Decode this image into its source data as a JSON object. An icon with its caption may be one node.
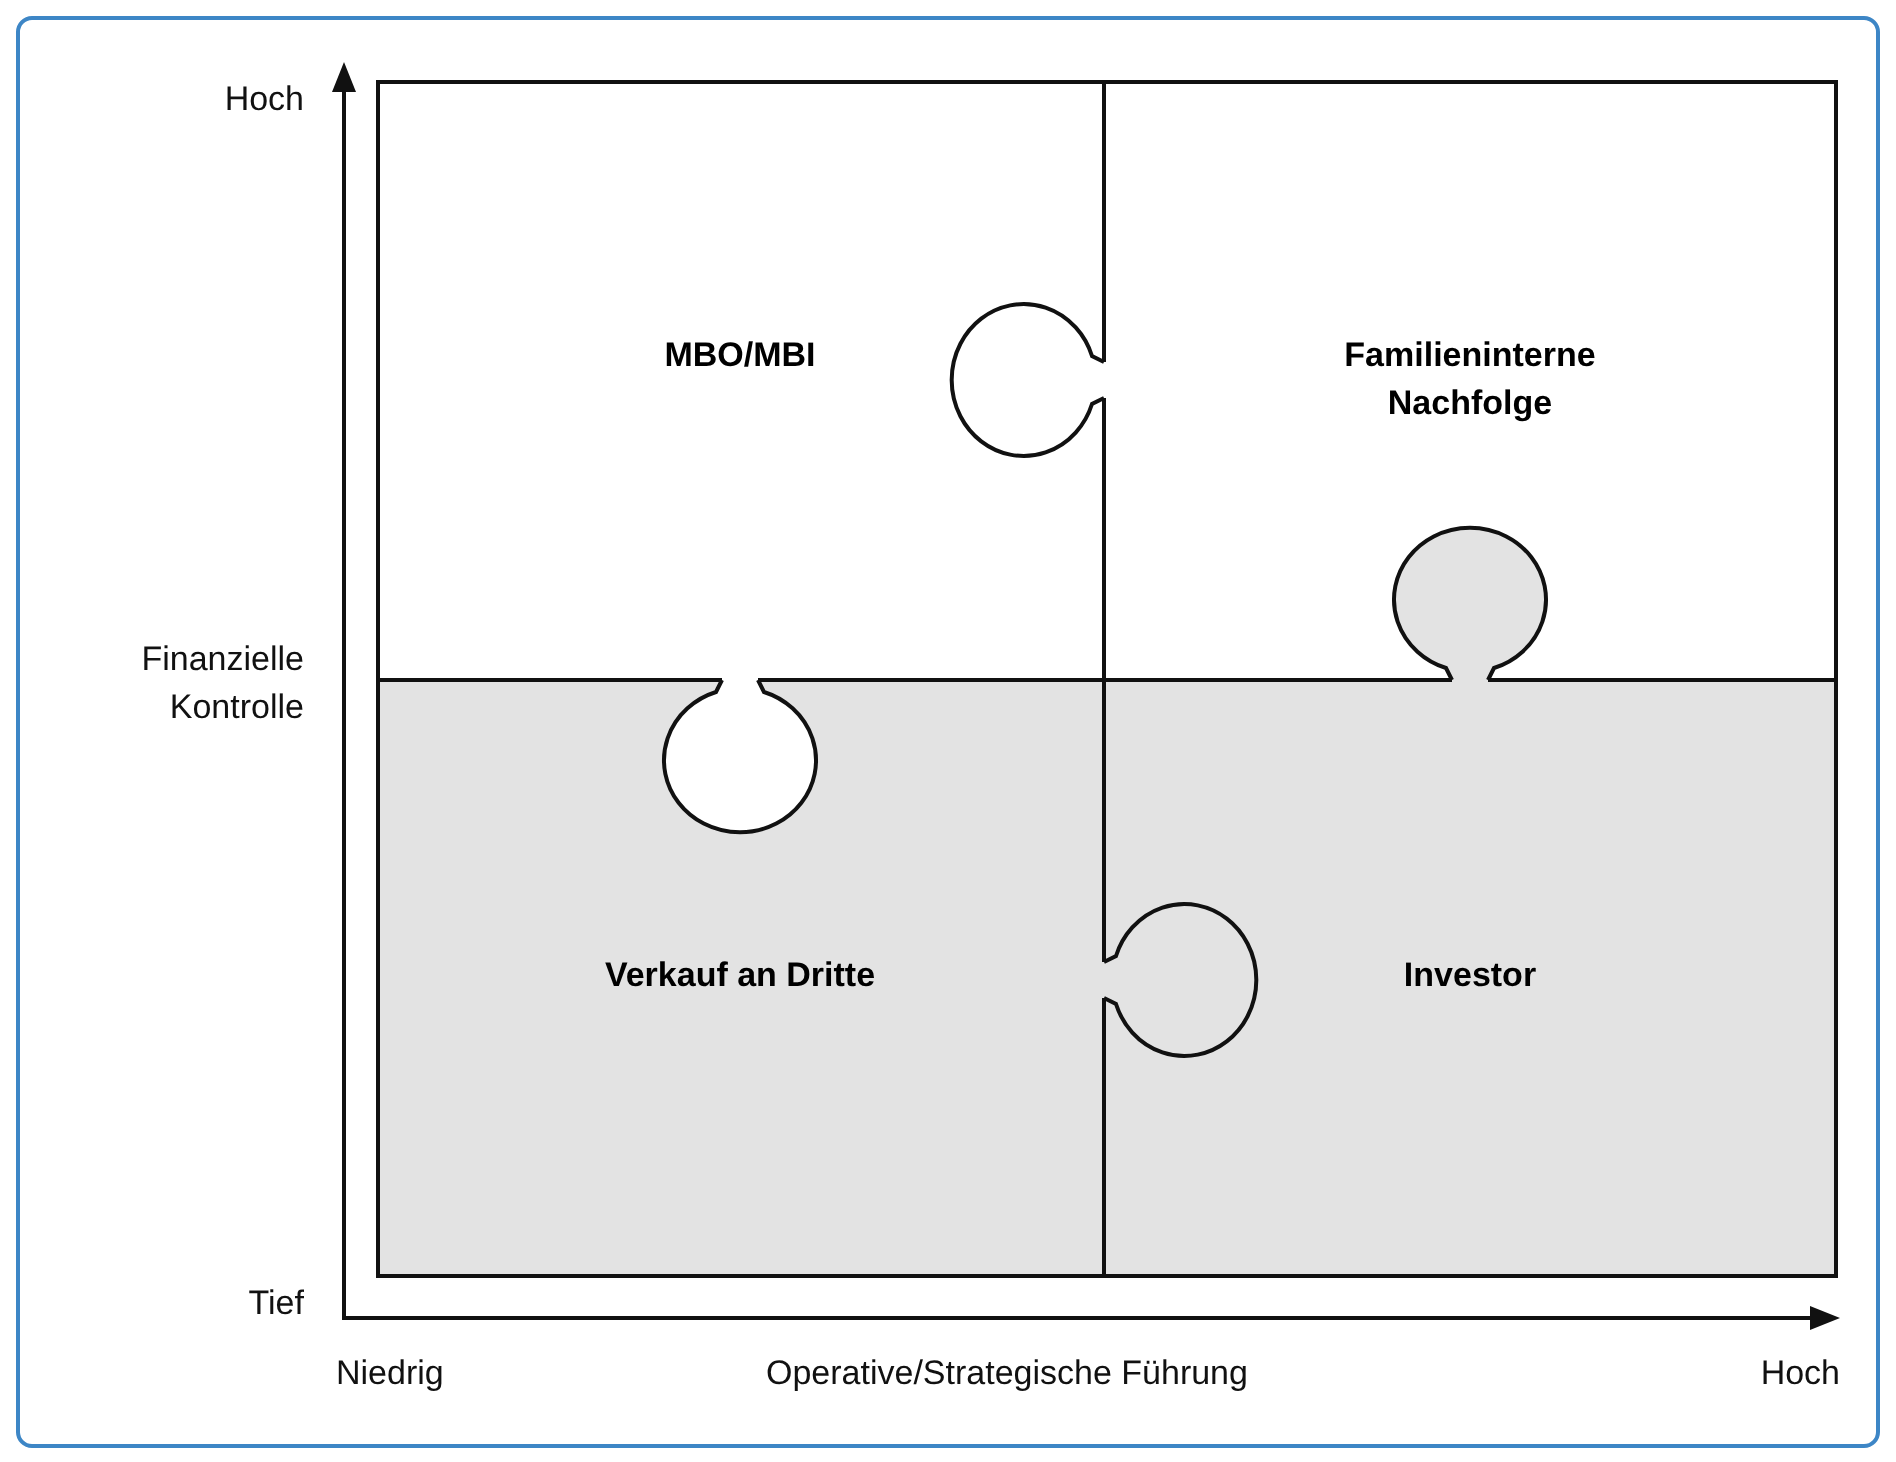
{
  "diagram": {
    "nodes": [
      {
        "text": [
          "MBO/MBI"
        ]
      },
      {
        "text": [
          "Familieninterne Nachfolge"
        ]
      },
      {
        "text": [
          "Verkauf an Dritte"
        ]
      },
      {
        "text": [
          "Investor"
        ]
      }
    ],
    "labels": [
      "Hoch",
      "Finanzielle Kontrolle",
      "Tief",
      "Niedrig",
      "Operative/Strategische Führung",
      "Hoch"
    ]
  }
}
